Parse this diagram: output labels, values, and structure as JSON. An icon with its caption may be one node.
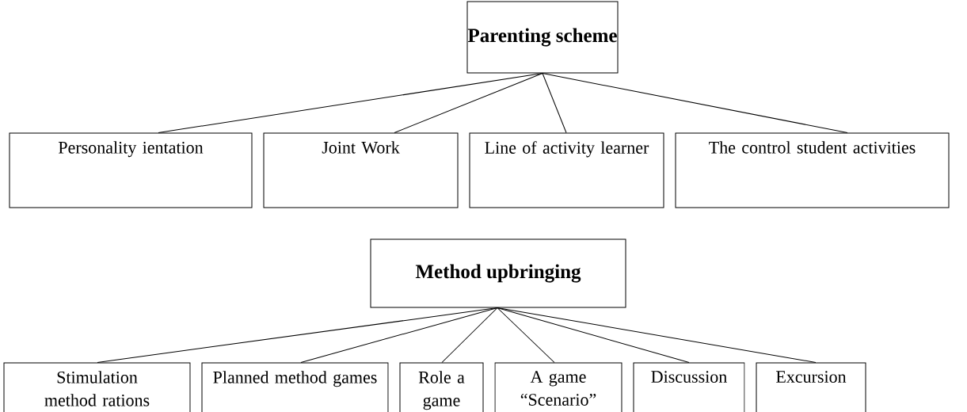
{
  "diagram": {
    "nodes": [
      {
        "text": [
          "Parenting scheme"
        ]
      },
      {
        "text": [
          "Personality ientation"
        ]
      },
      {
        "text": [
          "Joint Work"
        ]
      },
      {
        "text": [
          "Line of activity learner"
        ]
      },
      {
        "text": [
          "The control student activities"
        ]
      },
      {
        "text": [
          "Method upbringing"
        ]
      },
      {
        "text": [
          "Stimulation method rations"
        ]
      },
      {
        "text": [
          "Planned method games"
        ]
      },
      {
        "text": [
          "Role a game"
        ]
      },
      {
        "text": [
          "A game “Scenario”"
        ]
      },
      {
        "text": [
          "Discussion"
        ]
      },
      {
        "text": [
          "Excursion"
        ]
      }
    ],
    "edges": [
      {
        "from": 0,
        "to": 1,
        "arrow": "none"
      },
      {
        "from": 0,
        "to": 2,
        "arrow": "none"
      },
      {
        "from": 0,
        "to": 3,
        "arrow": "none"
      },
      {
        "from": 0,
        "to": 4,
        "arrow": "none"
      },
      {
        "from": 5,
        "to": 6,
        "arrow": "none"
      },
      {
        "from": 5,
        "to": 7,
        "arrow": "none"
      },
      {
        "from": 5,
        "to": 8,
        "arrow": "none"
      },
      {
        "from": 5,
        "to": 9,
        "arrow": "none"
      },
      {
        "from": 5,
        "to": 10,
        "arrow": "none"
      },
      {
        "from": 5,
        "to": 11,
        "arrow": "none"
      }
    ]
  }
}
